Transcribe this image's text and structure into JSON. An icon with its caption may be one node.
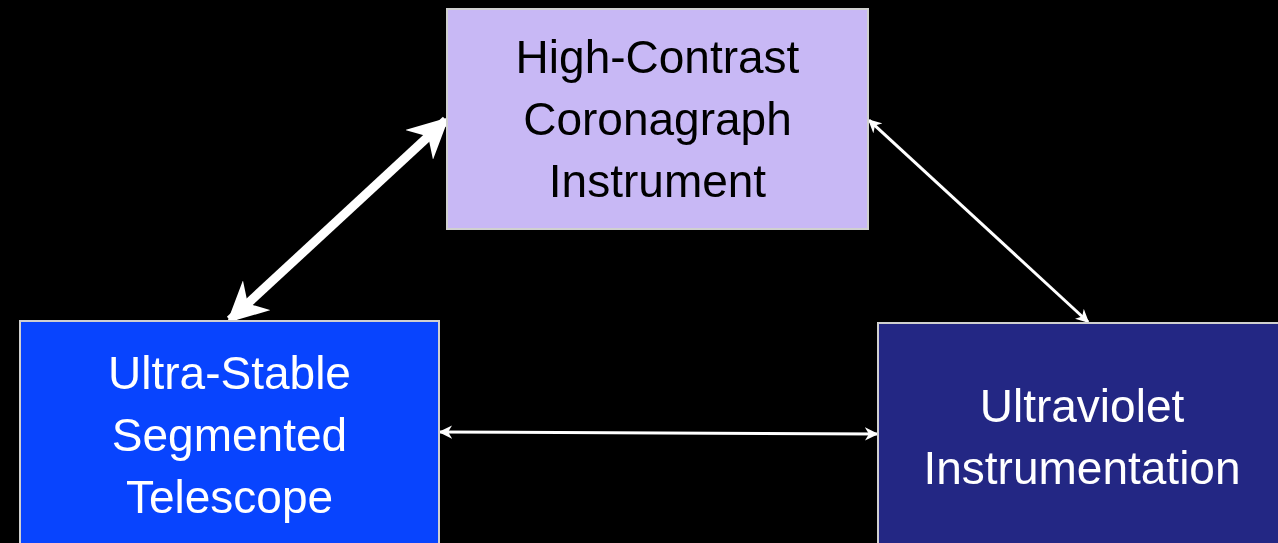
{
  "diagram": {
    "nodes": [
      {
        "text": [
          "High-Contrast Coronagraph Instrument"
        ]
      },
      {
        "text": [
          "Ultra-Stable Segmented Telescope"
        ]
      },
      {
        "text": [
          "Ultraviolet Instrumentation"
        ]
      }
    ],
    "edges": [
      {
        "from": 1,
        "to": 0,
        "arrow": "both",
        "style": "thick"
      },
      {
        "from": 0,
        "to": 2,
        "arrow": "both"
      },
      {
        "from": 1,
        "to": 2,
        "arrow": "both"
      }
    ]
  }
}
